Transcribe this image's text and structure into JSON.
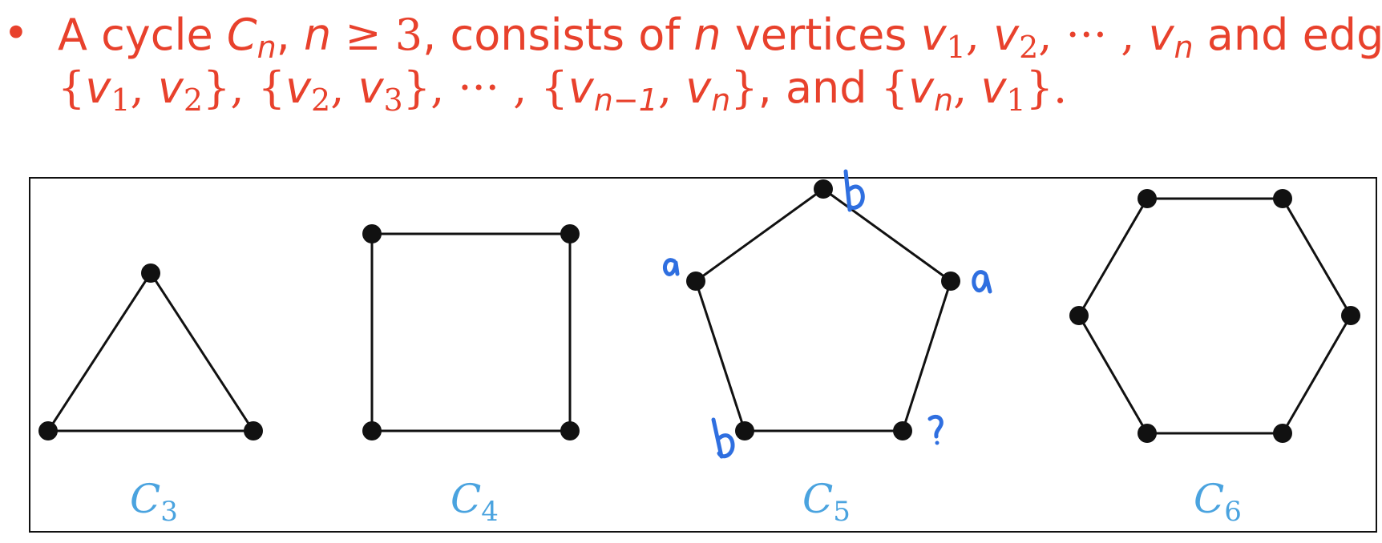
{
  "slide": {
    "text_color": "#e8412c",
    "bullet": "•",
    "line1": {
      "t1": "A cycle ",
      "C": "C",
      "n1": "n",
      "t2": ", ",
      "n2": "n",
      "geq": " ≥ 3",
      "t3": ", consists of ",
      "n3": "n",
      "t4": " vertices ",
      "v1": "v",
      "s1": "1",
      "c1": ", ",
      "v2": "v",
      "s2": "2",
      "dots": ", ··· , ",
      "vn": "v",
      "sn": "n",
      "t5": " and edges"
    },
    "line2": {
      "o1": "{",
      "a1": "v",
      "a1s": "1",
      "k1": ", ",
      "a2": "v",
      "a2s": "2",
      "c1": "}, {",
      "b1": "v",
      "b1s": "2",
      "k2": ", ",
      "b2": "v",
      "b2s": "3",
      "c2": "}, ··· , {",
      "d1": "v",
      "d1s": "n−1",
      "k3": ", ",
      "d2": "v",
      "d2s": "n",
      "c3": "}",
      "and": ", and ",
      "o4": "{",
      "e1": "v",
      "e1s": "n",
      "k4": ", ",
      "e2": "v",
      "e2s": "1",
      "c4": "}."
    }
  },
  "diagram": {
    "label_color": "#4aa3df",
    "annotation_color": "#2f6fe0",
    "graphs": [
      {
        "label": "C",
        "sub": "3"
      },
      {
        "label": "C",
        "sub": "4"
      },
      {
        "label": "C",
        "sub": "5"
      },
      {
        "label": "C",
        "sub": "6"
      }
    ],
    "annotations": [
      "b",
      "a",
      "a",
      "b",
      "?"
    ]
  }
}
